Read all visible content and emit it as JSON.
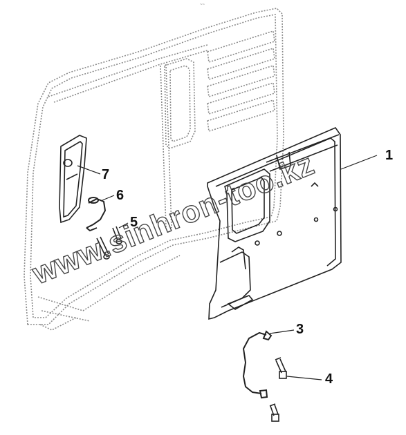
{
  "header": {
    "top_mark": "~~"
  },
  "callouts": [
    {
      "id": "1",
      "label": "1"
    },
    {
      "id": "7",
      "label": "7"
    },
    {
      "id": "6",
      "label": "6"
    },
    {
      "id": "5",
      "label": "5"
    },
    {
      "id": "3",
      "label": "3"
    },
    {
      "id": "4",
      "label": "4"
    }
  ],
  "watermark": {
    "text": "www.sinhron-too.kz"
  },
  "colors": {
    "line": "#222222",
    "dotted": "#8a8a8a",
    "background": "#ffffff"
  }
}
